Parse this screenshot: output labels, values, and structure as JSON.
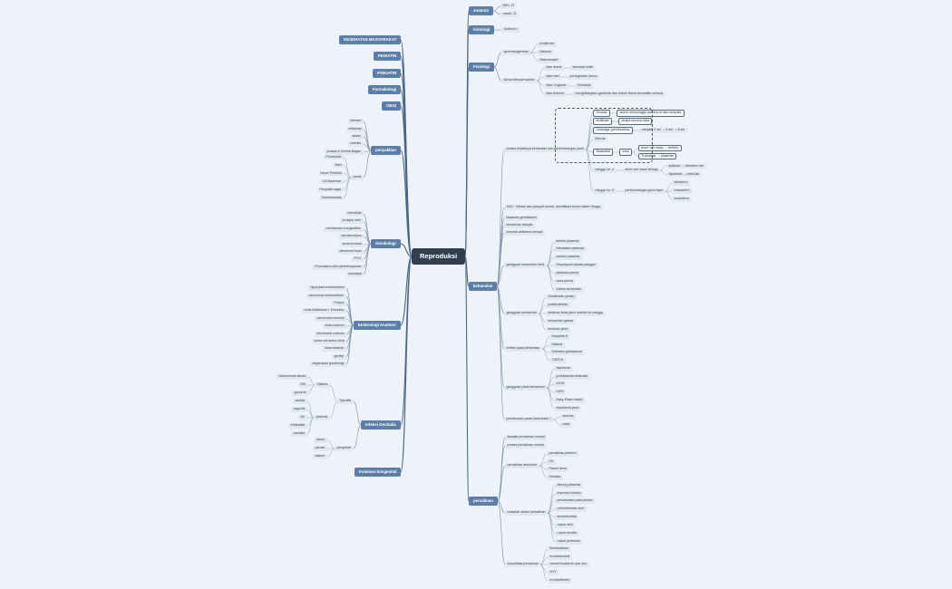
{
  "root": "Reproduksi",
  "right": [
    {
      "label": "anatomi",
      "children": [
        {
          "label": "BPH -Ő"
        },
        {
          "label": "ovaria -Ő"
        }
      ]
    },
    {
      "label": "histologi",
      "children": [
        {
          "label": "Sufesen /"
        }
      ]
    },
    {
      "label": "Fisiologi",
      "children": [
        {
          "label": "spermatogenesis",
          "children": [
            {
              "label": "proliferasi"
            },
            {
              "label": "Meiosis"
            },
            {
              "label": "Maturamatel"
            }
          ]
        },
        {
          "label": "siklus seksual wanita",
          "children": [
            {
              "label": "fase antral",
              "children": [
                {
                  "label": "stimulasi tubih"
                }
              ]
            },
            {
              "label": "fase lutel",
              "children": [
                {
                  "label": "peningkatan secon"
                }
              ]
            },
            {
              "label": "fase Ovglanik",
              "children": [
                {
                  "label": "Stimuladi"
                }
              ]
            },
            {
              "label": "fase tedonur",
              "children": [
                {
                  "label": "menghilangkan gambuta dan rinbeh tubuh kemudian semula"
                }
              ]
            }
          ]
        }
      ]
    },
    {
      "label": "kehamilan",
      "children": [
        {
          "label": "proses terjadinya kehamilan dan perkembangan janin",
          "children": [
            {
              "label": "Ovulasi",
              "box": true,
              "children": [
                {
                  "label": "sumin menyunggu sperma di dam ampulla",
                  "box": true
                }
              ]
            },
            {
              "label": "fertilisasi",
              "box": true,
              "children": [
                {
                  "label": "terjadi secona tuba",
                  "box": true
                }
              ]
            },
            {
              "label": "Cleavage (pembelahan",
              "box": true,
              "children": [
                {
                  "label": "menjadi 2 sel → 4 sel → 8 sel"
                }
              ]
            },
            {
              "label": "Morula"
            },
            {
              "label": "Blastokist",
              "box": true,
              "children": [
                {
                  "label": "Inea",
                  "box": true,
                  "children": [
                    {
                      "label": "inner cell mass → embrio",
                      "box": true
                    },
                    {
                      "label": "Trofoblast → plasenta",
                      "box": true
                    }
                  ]
                }
              ]
            },
            {
              "label": "minggu ke -2",
              "children": [
                {
                  "label": "inner cell mass terbagi",
                  "children": [
                    {
                      "label": "epiblast → ektoderm sel"
                    },
                    {
                      "label": "hipoblast → extra lab"
                    }
                  ]
                }
              ]
            },
            {
              "label": "minggu ke -3",
              "children": [
                {
                  "label": "perkembangan germ layer",
                  "children": [
                    {
                      "label": "ektoderm"
                    },
                    {
                      "label": "mesoderm"
                    },
                    {
                      "label": "endoderm"
                    }
                  ]
                }
              ]
            }
          ]
        },
        {
          "label": "ANC : Infeksi dan pasupet bumin, identifikasi bumin faktor hingga"
        },
        {
          "label": "tasawnis greokitasim"
        },
        {
          "label": "kehamilan ektopik"
        },
        {
          "label": "Anemia defisiensi ternasi"
        },
        {
          "label": "gangguan kehamilan tahi1",
          "children": [
            {
              "label": "kelahir plasenta"
            },
            {
              "label": "Infrakatan plasenta"
            },
            {
              "label": "solusio plasenta"
            },
            {
              "label": "Disproporsi kepala panggul"
            },
            {
              "label": "plasenta previa"
            },
            {
              "label": "vasa previa"
            },
            {
              "label": "Infeksi kehamilan"
            }
          ]
        },
        {
          "label": "gangguan kehamilan",
          "children": [
            {
              "label": "Distribukan (anak)"
            },
            {
              "label": "postterathmis"
            },
            {
              "label": "kelainan letak janin setelah tiu minggu"
            },
            {
              "label": "kehamilan ganda"
            },
            {
              "label": "kelainan janin"
            }
          ]
        },
        {
          "label": "Infeksi pada kehamilan",
          "children": [
            {
              "label": "Hepatitis B"
            },
            {
              "label": "Malaria"
            },
            {
              "label": "Diabetes gestasional"
            },
            {
              "label": "TORCH"
            }
          ]
        },
        {
          "label": "gangguan pada kehamilan",
          "children": [
            {
              "label": "hiperemis"
            },
            {
              "label": "preeklamsia eklamsia"
            },
            {
              "label": "IUGR"
            },
            {
              "label": "IUFD"
            },
            {
              "label": "Baby Plash match"
            },
            {
              "label": "Hipertiroid janin"
            }
          ]
        },
        {
          "label": "pendarahan pada trisemester I",
          "children": [
            {
              "label": "abortus"
            },
            {
              "label": "mola"
            }
          ]
        }
      ]
    },
    {
      "label": "persalinan",
      "children": [
        {
          "label": "tandala persalinan normal"
        },
        {
          "label": "proses persalinan normal"
        },
        {
          "label": "persalinan abnormal",
          "children": [
            {
              "label": "persalinan preterm"
            },
            {
              "label": "KD"
            },
            {
              "label": "Partus lama"
            },
            {
              "label": "Distosia"
            }
          ]
        },
        {
          "label": "masalah dalam persalinan",
          "children": [
            {
              "label": "tabung plasenta"
            },
            {
              "label": "Inversion fandus"
            },
            {
              "label": "pendarahan post partum"
            },
            {
              "label": "polimihidrasis oteri"
            },
            {
              "label": "amniotomikia"
            },
            {
              "label": "ruptur uteri"
            },
            {
              "label": "ruptur serviks"
            },
            {
              "label": "ruptur perineum"
            }
          ]
        },
        {
          "label": "komplikasi persalinan",
          "children": [
            {
              "label": "fistulisasikan"
            },
            {
              "label": "tromboemboli"
            },
            {
              "label": "hemorrhoalda lin dan dun"
            },
            {
              "label": "DVT"
            },
            {
              "label": "tromboflebitis"
            }
          ]
        }
      ]
    }
  ],
  "left": [
    {
      "label": "KESEHATAN MASYARAKAT"
    },
    {
      "label": "PEDIATRI"
    },
    {
      "label": "PSIKIATRI"
    },
    {
      "label": "Farmakologi"
    },
    {
      "label": "OBGI"
    },
    {
      "label": "penyakitan",
      "children": [
        {
          "label": "demam"
        },
        {
          "label": "inflamasi"
        },
        {
          "label": "abses"
        },
        {
          "label": "metritis"
        },
        {
          "label": "prasad & Uretha Bagae"
        },
        {
          "label": "tumor",
          "children": [
            {
              "label": "Pendoxide"
            },
            {
              "label": "Bahi"
            },
            {
              "label": "tumor Phobbla"
            },
            {
              "label": "CA Mammae"
            },
            {
              "label": "Penyakit kagat"
            },
            {
              "label": "Ginekomastia"
            }
          ]
        }
      ]
    },
    {
      "label": "Ginekologi",
      "children": [
        {
          "label": "infertilitas"
        },
        {
          "label": "prolapsi uteri"
        },
        {
          "label": "menfanmen bungkatifen"
        },
        {
          "label": "hematocolpos"
        },
        {
          "label": "amenorrhoea"
        },
        {
          "label": "dismenorrhoea"
        },
        {
          "label": "PCO"
        },
        {
          "label": "Penolakina skin perimenopause"
        },
        {
          "label": "konsepal"
        }
      ]
    },
    {
      "label": "Embriologi Anatomi",
      "children": [
        {
          "label": "hiperplasi endometrium"
        },
        {
          "label": "carcinoma endometrium"
        },
        {
          "label": "Polyne"
        },
        {
          "label": "mola hidatidosa + khoriokia"
        },
        {
          "label": "carcinoma ovarium"
        },
        {
          "label": "kista ovarium"
        },
        {
          "label": "leiomioma ovarium"
        },
        {
          "label": "tumor sel tumor kista"
        },
        {
          "label": "kista kelamin"
        },
        {
          "label": "genital"
        },
        {
          "label": "keganasan ginekologi"
        }
      ]
    },
    {
      "label": "Infeksi Genitalia",
      "children": [
        {
          "label": "Spesifik",
          "children": [
            {
              "label": "Vilamia",
              "children": [
                {
                  "label": "Inkoonensis abuse"
                },
                {
                  "label": "BIV"
                },
                {
                  "label": "gonorhe"
                }
              ]
            },
            {
              "label": "sistemik",
              "children": [
                {
                  "label": "sindilis"
                },
                {
                  "label": "vaginitis"
                },
                {
                  "label": "BV"
                },
                {
                  "label": "Klinikalifis"
                },
                {
                  "label": "bartolini"
                }
              ]
            }
          ]
        },
        {
          "label": "penyebab",
          "children": [
            {
              "label": "jamur"
            },
            {
              "label": "parasit"
            },
            {
              "label": "bakteri"
            }
          ]
        }
      ]
    },
    {
      "label": "Kelainan kongenital"
    }
  ]
}
